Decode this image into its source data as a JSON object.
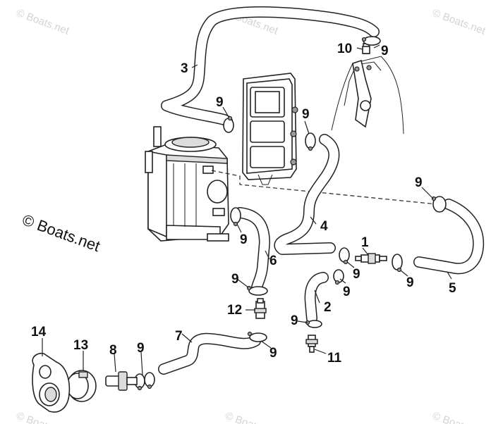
{
  "watermark": {
    "symbol": "©",
    "text": "Boats.net"
  },
  "callouts": {
    "c1": "1",
    "c2": "2",
    "c3": "3",
    "c4": "4",
    "c5": "5",
    "c6": "6",
    "c7": "7",
    "c8": "8",
    "c9": "9",
    "c10": "10",
    "c11": "11",
    "c12": "12",
    "c13": "13",
    "c14": "14"
  }
}
